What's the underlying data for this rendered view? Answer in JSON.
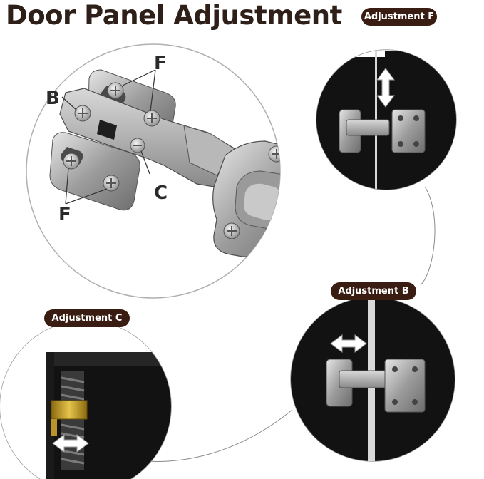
{
  "title": "Door Panel Adjustment",
  "callouts": {
    "f": "Adjustment F",
    "b": "Adjustment B",
    "c": "Adjustment C"
  },
  "hinge_labels": {
    "b": "B",
    "f_top": "F",
    "f_bottom": "F",
    "c": "C"
  },
  "colors": {
    "title_text": "#2e2018",
    "badge_bg": "#3a1d12",
    "panel_dark": "#111111",
    "accent_gold": "#c9a22a"
  }
}
